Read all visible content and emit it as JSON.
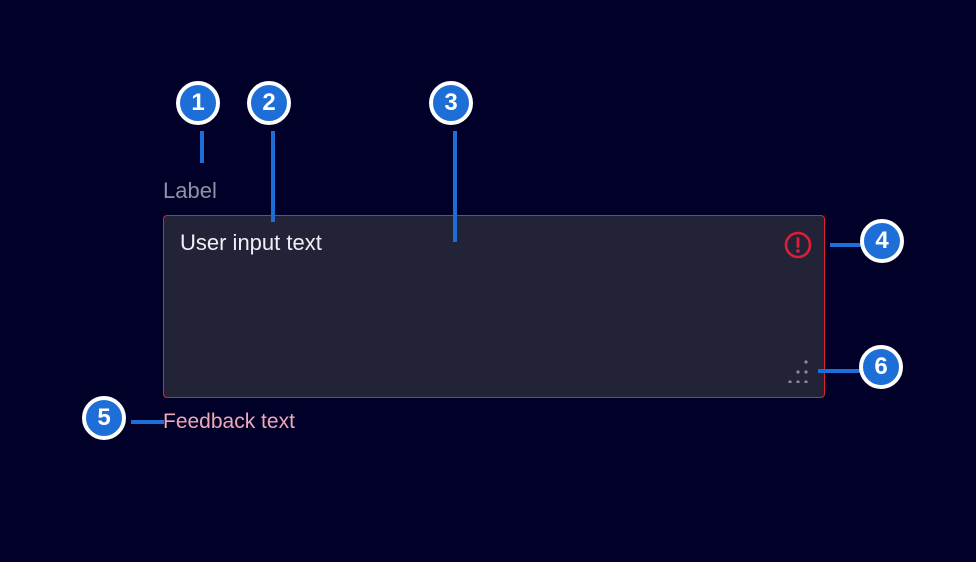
{
  "colors": {
    "background": "#000028",
    "accent_blue": "#1e6ed7",
    "alarm_red": "#dc1f35",
    "textarea_bg": "#232338",
    "label_text": "#9191a4",
    "input_text": "#eef0f4",
    "feedback_text": "#eea8b6",
    "grip_dot": "#8b8ba0",
    "callout_ring": "#ffffff",
    "callout_text": "#ffffff"
  },
  "component": {
    "label": "Label",
    "input_value": "User input text",
    "feedback": "Feedback text",
    "icons": {
      "error": "alert-circle-icon",
      "resize": "resize-grip-icon"
    }
  },
  "callouts": [
    {
      "number": "1"
    },
    {
      "number": "2"
    },
    {
      "number": "3"
    },
    {
      "number": "4"
    },
    {
      "number": "5"
    },
    {
      "number": "6"
    }
  ]
}
